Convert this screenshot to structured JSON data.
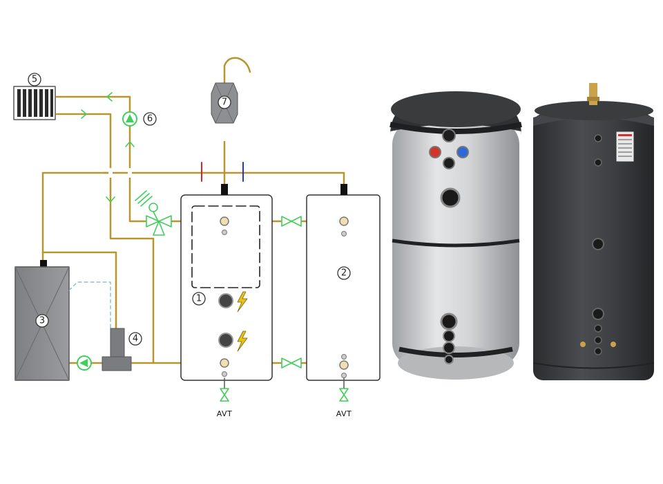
{
  "schematic": {
    "labels": {
      "heat_source": "3",
      "valve_group": "4",
      "radiator": "5",
      "pump": "6",
      "expansion_vessel": "7",
      "tank_1": "1",
      "tank_2": "2"
    },
    "drain_label_1": "AVT",
    "drain_label_2": "AVT"
  },
  "colors": {
    "pipe": "#b8962e",
    "pipe_green": "#3fcf5a",
    "hot": "#d9262c",
    "cold": "#2237c9",
    "tank_grey": "#c9cbcd",
    "tank_dark": "#3b3d3f"
  }
}
